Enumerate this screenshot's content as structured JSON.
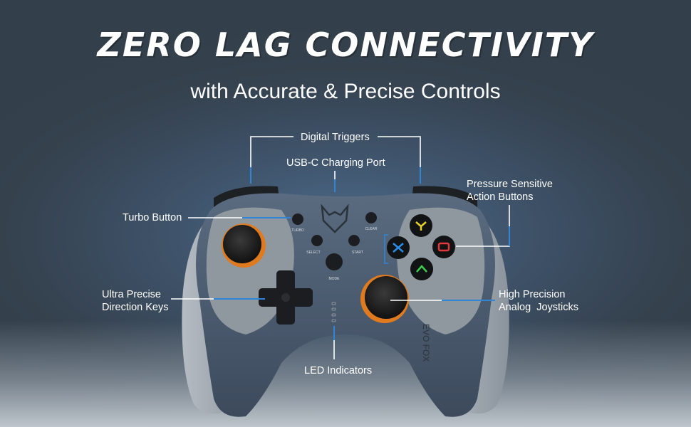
{
  "headline": "ZERO LAG CONNECTIVITY",
  "subheadline": "with Accurate & Precise Controls",
  "callouts": {
    "digital_triggers": "Digital Triggers",
    "usb_c_port": "USB-C Charging Port",
    "pressure_sensitive": [
      "Pressure Sensitive",
      "Action Buttons"
    ],
    "turbo_button": "Turbo Button",
    "direction_keys": [
      "Ultra Precise",
      "Direction Keys"
    ],
    "analog_joysticks": [
      "High Precision",
      "Analog  Joysticks"
    ],
    "led_indicators": "LED Indicators"
  },
  "controller": {
    "brand": "EVO FOX",
    "button_labels": {
      "turbo": "TURBO",
      "clear": "CLEAR",
      "select": "SELECT",
      "start": "START",
      "mode": "MODE"
    },
    "colors": {
      "body": "#4a5a6e",
      "grip": "#9aa3ab",
      "accent_orange": "#e07a1f",
      "button_y": "#e8d22a",
      "button_x": "#2a8ee8",
      "button_b": "#e23a3a",
      "button_a": "#3ccf4e",
      "callout_blue": "#2f86d6"
    }
  }
}
